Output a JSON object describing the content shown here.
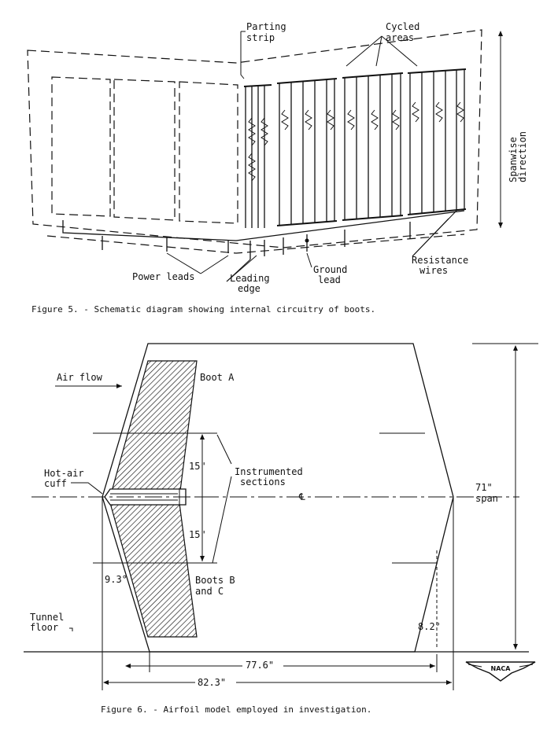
{
  "figure5": {
    "labels": {
      "parting_strip_1": "Parting",
      "parting_strip_2": "strip",
      "cycled_areas_1": "Cycled",
      "cycled_areas_2": "areas",
      "spanwise_1": "Spanwise",
      "spanwise_2": "direction",
      "power_leads": "Power leads",
      "leading_edge_1": "Leading",
      "leading_edge_2": "edge",
      "ground_lead_1": "Ground",
      "ground_lead_2": "lead",
      "resistance_wires_1": "Resistance",
      "resistance_wires_2": "wires"
    },
    "caption": "Figure 5. - Schematic diagram showing internal circuitry of boots."
  },
  "figure6": {
    "labels": {
      "air_flow": "Air flow",
      "boot_a": "Boot A",
      "hot_air_cuff_1": "Hot-air",
      "hot_air_cuff_2": "cuff",
      "instrumented_1": "Instrumented",
      "instrumented_2": "sections",
      "dim_15_upper": "15\"",
      "dim_15_lower": "15\"",
      "centerline": "℄",
      "span_71": "71\"",
      "span_word": "span",
      "angle_left": "9.3°",
      "boots_bc_1": "Boots B",
      "boots_bc_2": "and C",
      "angle_right": "8.2°",
      "tunnel_1": "Tunnel",
      "tunnel_2": "floor",
      "dim_776": "77.6\"",
      "dim_823": "82.3\"",
      "naca": "NACA"
    },
    "caption": "Figure 6. - Airfoil model employed in investigation."
  }
}
